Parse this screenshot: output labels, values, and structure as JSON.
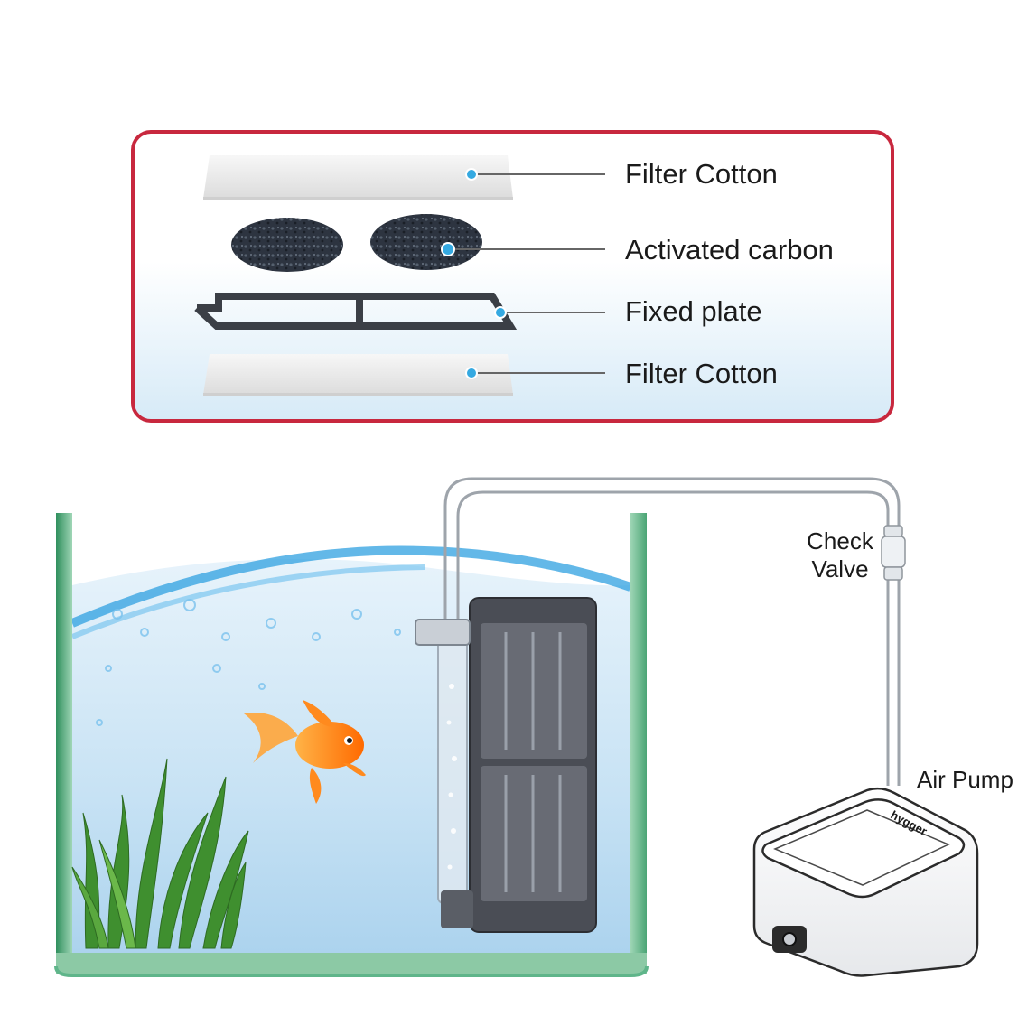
{
  "filter_layers": [
    {
      "label": "Filter Cotton"
    },
    {
      "label": "Activated carbon"
    },
    {
      "label": "Fixed plate"
    },
    {
      "label": "Filter Cotton"
    }
  ],
  "setup": {
    "check_valve_line1": "Check",
    "check_valve_line2": "Valve",
    "air_pump_label": "Air Pump",
    "pump_brand": "hygger"
  },
  "colors": {
    "frame_border": "#c8283e",
    "panel_gradient_bottom": "#d9ecf7",
    "callout_dot": "#35a9e1",
    "tank_wall": "#5fb58a",
    "water": "#cfe6f6",
    "filter_box": "#4a4d55"
  }
}
